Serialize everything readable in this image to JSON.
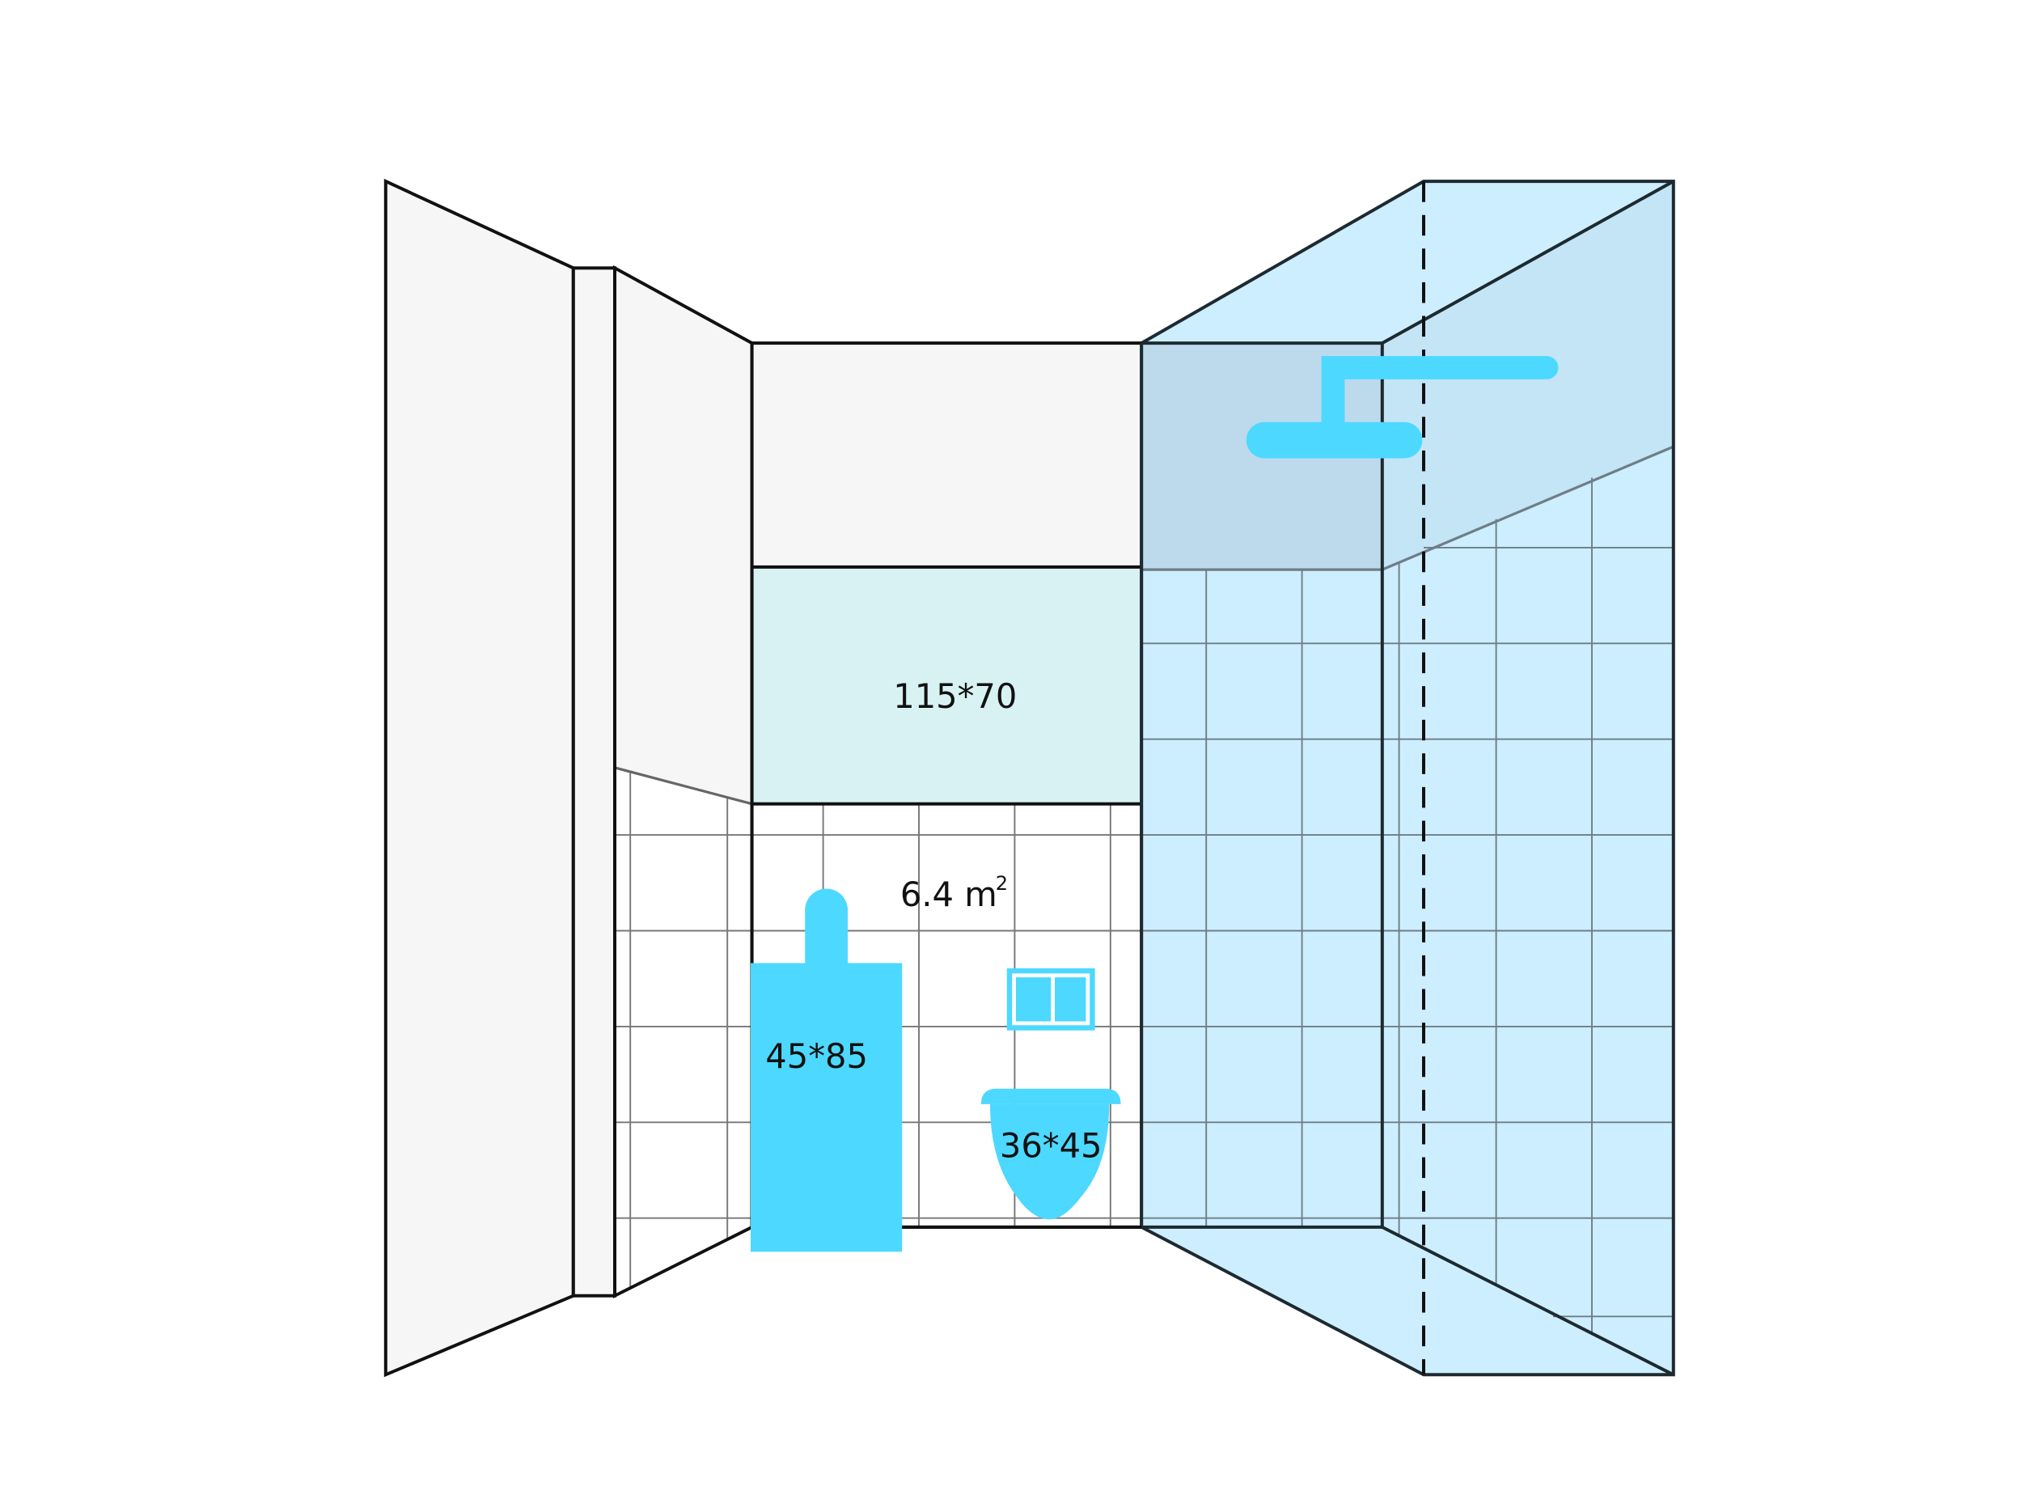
{
  "labels": {
    "mirror": "115*70",
    "area": "6.4 m",
    "area_sup": "2",
    "cabinet": "45*85",
    "toilet": "36*45"
  },
  "colors": {
    "fixture": "#4dd8ff",
    "shower": "#cdeefe",
    "shower_top": "#bcdaec",
    "mirror": "#d8f2f3",
    "wall": "#f6f6f6"
  }
}
